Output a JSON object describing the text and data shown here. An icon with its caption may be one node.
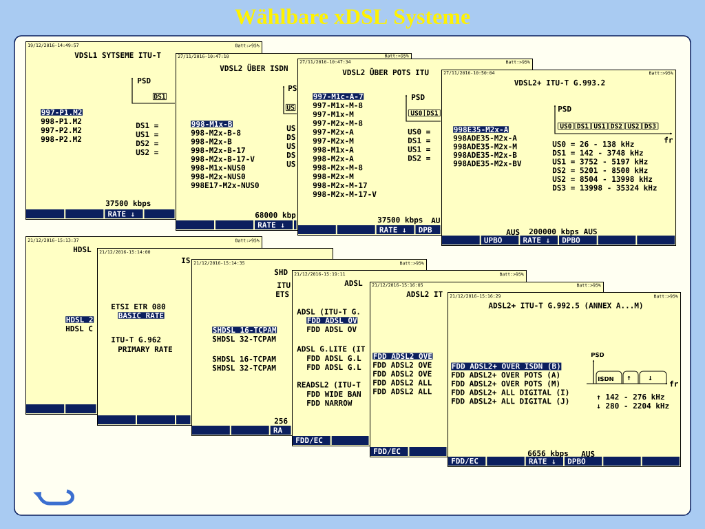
{
  "diagram": {
    "title": "Wählbare xDSL Systeme",
    "nodes": [
      {
        "text": [
          "19/12/2016-14:49:57",
          "Batt:>95%",
          "VDSL1 SYTSEME ITU-T",
          "PSD",
          "DS1",
          "997-P1.M2",
          "998-P1.M2",
          "997-P2.M2",
          "998-P2.M2",
          "DS1 =",
          "US1 =",
          "DS2 =",
          "US2 =",
          "37500 kbps",
          "RATE ↓"
        ]
      },
      {
        "text": [
          "27/11/2016-10:47:10",
          "Batt:>95%",
          "VDSL2 ÜBER ISDN",
          "PS",
          "US",
          "998-M1x-B",
          "998-M2x-B-8",
          "998-M2x-B",
          "998-M2x-B-17",
          "998-M2x-B-17-V",
          "998-M1x-NUS0",
          "998-M2x-NUS0",
          "998E17-M2x-NUS0",
          "US",
          "DS",
          "US",
          "DS",
          "US",
          "68000 kbp",
          "RATE ↓"
        ]
      },
      {
        "text": [
          "27/11/2016-10:47:34",
          "Batt:>95%",
          "VDSL2 ÜBER POTS ITU",
          "997-M1c-A-7",
          "997-M1x-M-8",
          "997-M1x-M",
          "997-M2x-M-8",
          "997-M2x-A",
          "997-M2x-M",
          "998-M1x-A",
          "998-M2x-A",
          "998-M2x-M-8",
          "998-M2x-M",
          "998-M2x-M-17",
          "998-M2x-M-17-V",
          "PSD",
          "US0",
          "DS1",
          "US0 =",
          "DS1 =",
          "US1 =",
          "DS2 =",
          "37500 kbps",
          "AU",
          "RATE ↓",
          "DPB"
        ]
      },
      {
        "text": [
          "27/11/2016-10:50:04",
          "Batt:>95%",
          "VDSL2+ ITU-T G.993.2",
          "PSD",
          "US0",
          "DS1",
          "US1",
          "DS2",
          "US2",
          "DS3",
          "fr",
          "998E35-M2x-A",
          "998ADE35-M2x-A",
          "998ADE35-M2x-M",
          "998ADE35-M2x-B",
          "998ADE35-M2x-BV",
          "US0 = 26 - 138 kHz",
          "DS1 = 142 - 3748 kHz",
          "US1 = 3752 - 5197 kHz",
          "DS2 = 5201 - 8500 kHz",
          "US2 = 8504 - 13998 kHz",
          "DS3 = 13998 - 35324 kHz",
          "AUS",
          "200000 kbps AUS",
          "UPBO",
          "RATE ↓",
          "DPBO"
        ]
      },
      {
        "text": [
          "21/12/2016-15:13:37",
          "Batt:>95%",
          "HDSL",
          "HDSL 2",
          "HDSL C"
        ]
      },
      {
        "text": [
          "21/12/2016-15:14:00",
          "IS",
          "ETSI ETR 080",
          "BASIC RATE",
          "ITU-T G.962",
          "PRIMARY RATE"
        ]
      },
      {
        "text": [
          "21/12/2016-15:14:35",
          "Batt:>95%",
          "SHD",
          "ITU",
          "ETS",
          "SHDSL 16-TCPAM",
          "SHDSL 32-TCPAM",
          "SHDSL 16-TCPAM",
          "SHDSL 32-TCPAM",
          "256",
          "RA"
        ]
      },
      {
        "text": [
          "21/12/2016-15:19:11",
          "Batt:>95%",
          "ADSL",
          "ADSL (ITU-T G.",
          "FDD ADSL OV",
          "FDD ADSL OV",
          "ADSL G.LITE (IT",
          "FDD ADSL G.L",
          "FDD ADSL G.L",
          "READSL2 (ITU-T",
          "FDD WIDE BAN",
          "FDD NARROW",
          "FDD/EC"
        ]
      },
      {
        "text": [
          "21/12/2016-15:16:05",
          "Batt:>95%",
          "ADSL2 IT",
          "FDD ADSL2 OVE",
          "FDD ADSL2 OVE",
          "FDD ADSL2 OVE",
          "FDD ADSL2 ALL",
          "FDD ADSL2 ALL",
          "FDD/EC"
        ]
      },
      {
        "text": [
          "21/12/2016-15:16:29",
          "Batt:>95%",
          "ADSL2+ ITU-T G.992.5 (ANNEX A...M)",
          "FDD ADSL2+ OVER ISDN (B)",
          "FDD ADSL2+ OVER POTS (A)",
          "FDD ADSL2+ OVER POTS (M)",
          "FDD ADSL2+ ALL DIGITAL (I)",
          "FDD ADSL2+ ALL DIGITAL (J)",
          "PSD",
          "ISDN",
          "↑",
          "↓",
          "fr",
          "↑ 142 - 276 kHz",
          "↓ 280 - 2204 kHz",
          "6656 kbps",
          "AUS",
          "FDD/EC",
          "RATE ↓",
          "DPBO"
        ]
      }
    ]
  }
}
